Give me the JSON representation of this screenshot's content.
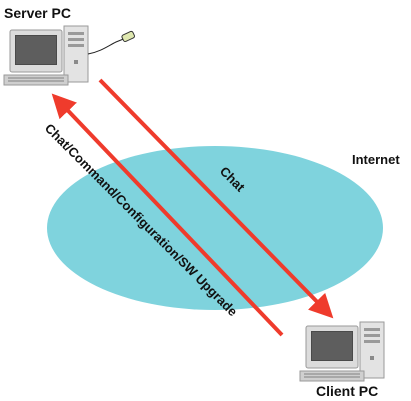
{
  "nodes": {
    "server": {
      "label": "Server PC"
    },
    "client": {
      "label": "Client PC"
    },
    "internet": {
      "label": "Internet"
    }
  },
  "connections": [
    {
      "label": "Chat",
      "direction": "server-to-client"
    },
    {
      "label": "Chat/Command/Configuration/SW Upgrade",
      "direction": "client-to-server"
    }
  ],
  "colors": {
    "cloud": "#7fd3dd",
    "arrow": "#ef3b2c",
    "monitor_body": "#d9d9d9",
    "screen": "#4a4a4a",
    "text": "#111111"
  }
}
